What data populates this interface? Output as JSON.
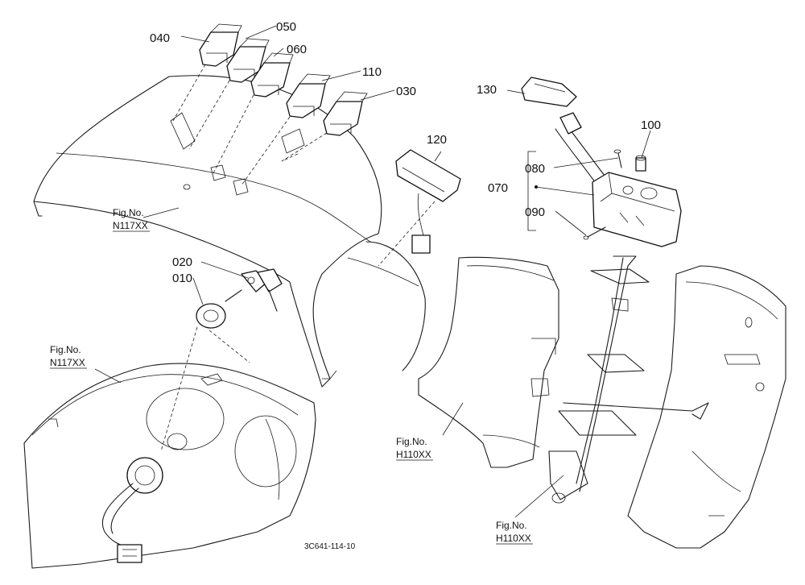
{
  "callouts": {
    "p040": "040",
    "p050": "050",
    "p060": "060",
    "p110": "110",
    "p030": "030",
    "p120": "120",
    "p130": "130",
    "p100": "100",
    "p080": "080",
    "p070": "070",
    "p090": "090",
    "p020": "020",
    "p010": "010"
  },
  "figure_refs": {
    "n117_top": {
      "line1": "Fig.No.",
      "line2": "N117XX"
    },
    "n117_left": {
      "line1": "Fig.No.",
      "line2": "N117XX"
    },
    "h110_mid": {
      "line1": "Fig.No.",
      "line2": "H110XX"
    },
    "h110_bottom": {
      "line1": "Fig.No.",
      "line2": "H110XX"
    }
  },
  "drawing_code": "3C641-114-10"
}
